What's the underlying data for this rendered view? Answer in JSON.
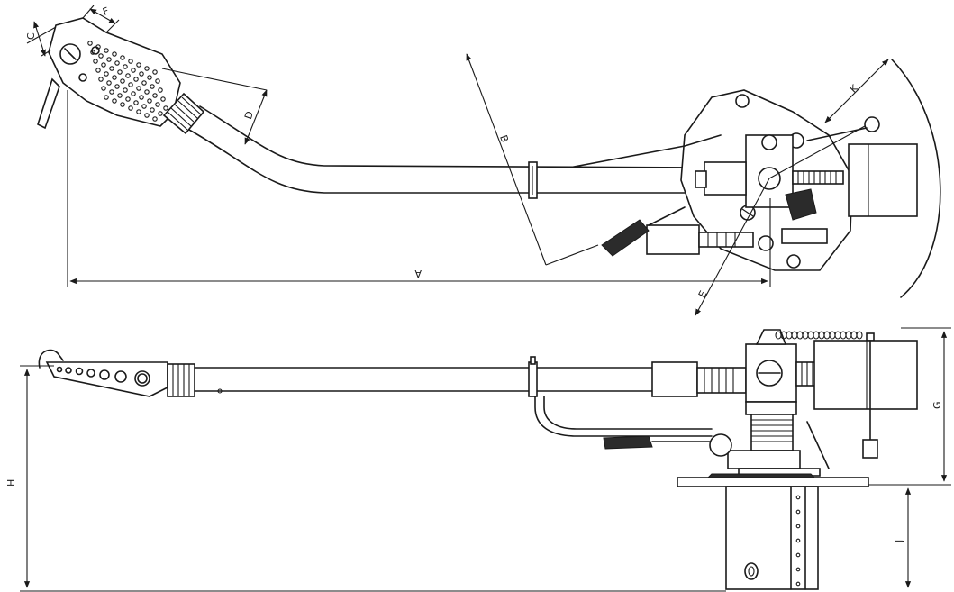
{
  "dimension_labels": {
    "A": "A",
    "B": "B",
    "C": "C",
    "D": "D",
    "E": "E",
    "F": "F",
    "G": "G",
    "H": "H",
    "J": "J",
    "K": "K"
  },
  "colors": {
    "line": "#1a1a1a",
    "background": "#ffffff"
  }
}
